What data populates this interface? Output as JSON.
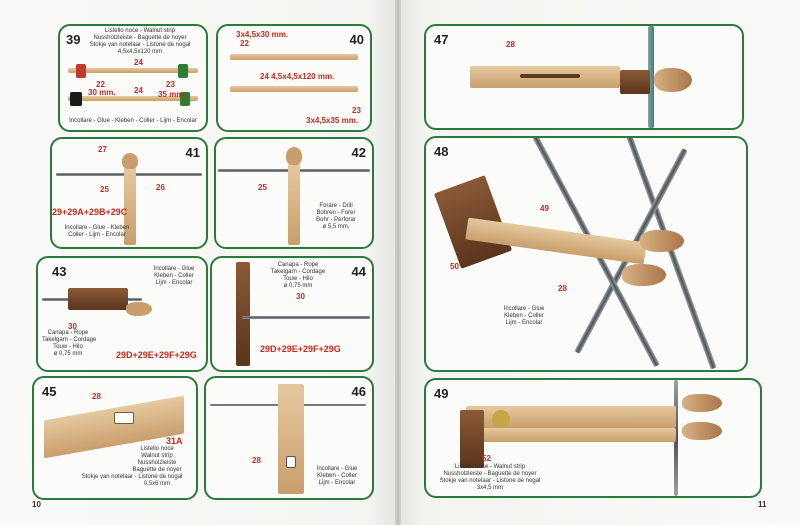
{
  "pages": {
    "left_number": "10",
    "right_number": "11"
  },
  "steps": {
    "s39": {
      "number": "39",
      "header": [
        "Listello noce - Walnut strip",
        "Nussholzleiste - Baguette de noyer",
        "Stokje van notelaar - Listone de nogal",
        "4,5x4,5x120 mm"
      ],
      "callouts": [
        "24",
        "22",
        "30 mm.",
        "24",
        "23",
        "35 mm."
      ],
      "footer": "Incollare - Glue - Kleben - Coller - Lijm - Encolar"
    },
    "s40": {
      "number": "40",
      "callouts": [
        "3x4,5x30 mm.",
        "22",
        "24 4,5x4,5x120 mm.",
        "23",
        "3x4,5x35 mm."
      ]
    },
    "s41": {
      "number": "41",
      "callouts": [
        "27",
        "25",
        "26",
        "29+29A+29B+29C"
      ],
      "note": [
        "Incollare - Glue - Kleben",
        "Coller - Lijm - Encolar"
      ]
    },
    "s42": {
      "number": "42",
      "callouts": [
        "25"
      ],
      "note": [
        "Forare - Drill",
        "Bohren - Forer",
        "Bohr - Perforar",
        "ø 5,5 mm."
      ]
    },
    "s43": {
      "number": "43",
      "note_top": [
        "Incollare - Glue",
        "Kleben - Coller",
        "Lijm - Encolar"
      ],
      "callouts": [
        "30",
        "29D+29E+29F+29G"
      ],
      "note_bottom": [
        "Canapa - Rope",
        "Takelgarn - Cordage",
        "Touw - Hilo",
        "ø 0,75 mm"
      ]
    },
    "s44": {
      "number": "44",
      "note": [
        "Canapa - Rope",
        "Takelgarn - Cordage",
        "Touw - Hilo",
        "ø 0,75 mm"
      ],
      "callouts": [
        "30",
        "29D+29E+29F+29G"
      ]
    },
    "s45": {
      "number": "45",
      "callouts": [
        "28",
        "31A"
      ],
      "note": [
        "Listello noce",
        "Walnut strip",
        "Nussholzleiste",
        "Baguette de noyer",
        "Stokje van notelaar - Listone de nogal",
        "0,5x6 mm"
      ]
    },
    "s46": {
      "number": "46",
      "callouts": [
        "28"
      ],
      "note": [
        "Incollare - Glue",
        "Kleben - Coller",
        "Lijm - Encolar"
      ]
    },
    "s47": {
      "number": "47",
      "callouts": [
        "28"
      ]
    },
    "s48": {
      "number": "48",
      "callouts": [
        "49",
        "50",
        "28"
      ],
      "note": [
        "Incollare - Glue",
        "Kleben - Coller",
        "Lijm - Encolar"
      ]
    },
    "s49": {
      "number": "49",
      "callouts": [
        "52"
      ],
      "note": [
        "Listello noce - Walnut strip",
        "Nussholzleiste - Baguette de noyer",
        "Stokje van notelaar - Listone de nogal",
        "3x4,5 mm"
      ]
    }
  },
  "colors": {
    "panel_border": "#2c7a3a",
    "callout": "#c4291e"
  }
}
